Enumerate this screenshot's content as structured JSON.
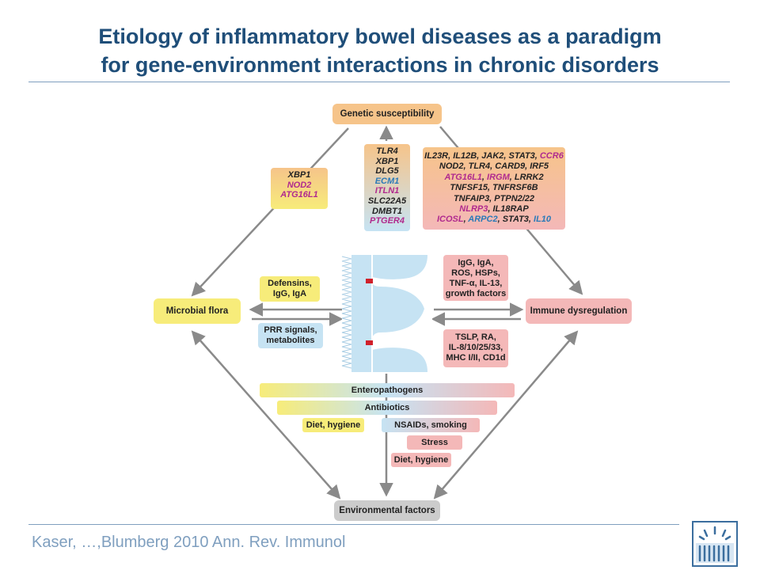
{
  "slide": {
    "title_line1": "Etiology of inflammatory bowel diseases as a paradigm",
    "title_line2": "for gene-environment interactions in chronic disorders",
    "citation": "Kaser, …,Blumberg 2010 Ann. Rev. Immunol"
  },
  "nodes": {
    "genetic": "Genetic susceptibility",
    "microbial": "Microbial flora",
    "immune": "Immune dysregulation",
    "environmental": "Environmental factors"
  },
  "gene_lists": {
    "left": [
      {
        "text": "XBP1",
        "tone": "gray"
      },
      {
        "text": "NOD2",
        "tone": "mag"
      },
      {
        "text": "ATG16L1",
        "tone": "mag"
      }
    ],
    "center": [
      {
        "text": "TLR4",
        "tone": "gray"
      },
      {
        "text": "XBP1",
        "tone": "gray"
      },
      {
        "text": "DLG5",
        "tone": "gray"
      },
      {
        "text": "ECM1",
        "tone": "blue"
      },
      {
        "text": "ITLN1",
        "tone": "mag"
      },
      {
        "text": "SLC22A5",
        "tone": "gray"
      },
      {
        "text": "DMBT1",
        "tone": "gray"
      },
      {
        "text": "PTGER4",
        "tone": "mag"
      }
    ],
    "right": [
      [
        {
          "text": "IL23R, IL12B, JAK2, STAT3, ",
          "tone": "gray"
        },
        {
          "text": "CCR6",
          "tone": "mag"
        }
      ],
      [
        {
          "text": "NOD2, TLR4, CARD9, IRF5",
          "tone": "gray"
        }
      ],
      [
        {
          "text": "ATG16L1",
          "tone": "mag"
        },
        {
          "text": ", ",
          "tone": "gray"
        },
        {
          "text": "IRGM",
          "tone": "mag"
        },
        {
          "text": ", LRRK2",
          "tone": "gray"
        }
      ],
      [
        {
          "text": "TNFSF15, TNFRSF6B",
          "tone": "gray"
        }
      ],
      [
        {
          "text": "TNFAIP3, PTPN2/22",
          "tone": "gray"
        }
      ],
      [
        {
          "text": "NLRP3",
          "tone": "mag"
        },
        {
          "text": ", IL18RAP",
          "tone": "gray"
        }
      ],
      [
        {
          "text": "ICOSL",
          "tone": "mag"
        },
        {
          "text": ", ",
          "tone": "gray"
        },
        {
          "text": "ARPC2",
          "tone": "blue"
        },
        {
          "text": ", STAT3, ",
          "tone": "gray"
        },
        {
          "text": "IL10",
          "tone": "blue"
        }
      ]
    ]
  },
  "signals": {
    "defensins": [
      "Defensins,",
      "IgG, IgA"
    ],
    "prr": [
      "PRR signals,",
      "metabolites"
    ],
    "igg": [
      "IgG, IgA,",
      "ROS, HSPs,",
      "TNF-α, IL-13,",
      "growth factors"
    ],
    "tslp": [
      "TSLP, RA,",
      "IL-8/10/25/33,",
      "MHC I/II, CD1d"
    ]
  },
  "env_bars": {
    "enteropathogens": "Enteropathogens",
    "antibiotics": "Antibiotics",
    "diet_left": "Diet, hygiene",
    "nsaids": "NSAIDs, smoking",
    "stress": "Stress",
    "diet_right": "Diet, hygiene"
  },
  "colors": {
    "title": "#1f4e79",
    "arrow": "#8a8a8a",
    "gene_orange": "#f6c48a",
    "microbial_yellow": "#f7ec7a",
    "immune_pink": "#f4b8b8",
    "env_gray": "#cccccc",
    "epithelium_blue": "#c6e3f3",
    "junction_red": "#d0202a"
  }
}
